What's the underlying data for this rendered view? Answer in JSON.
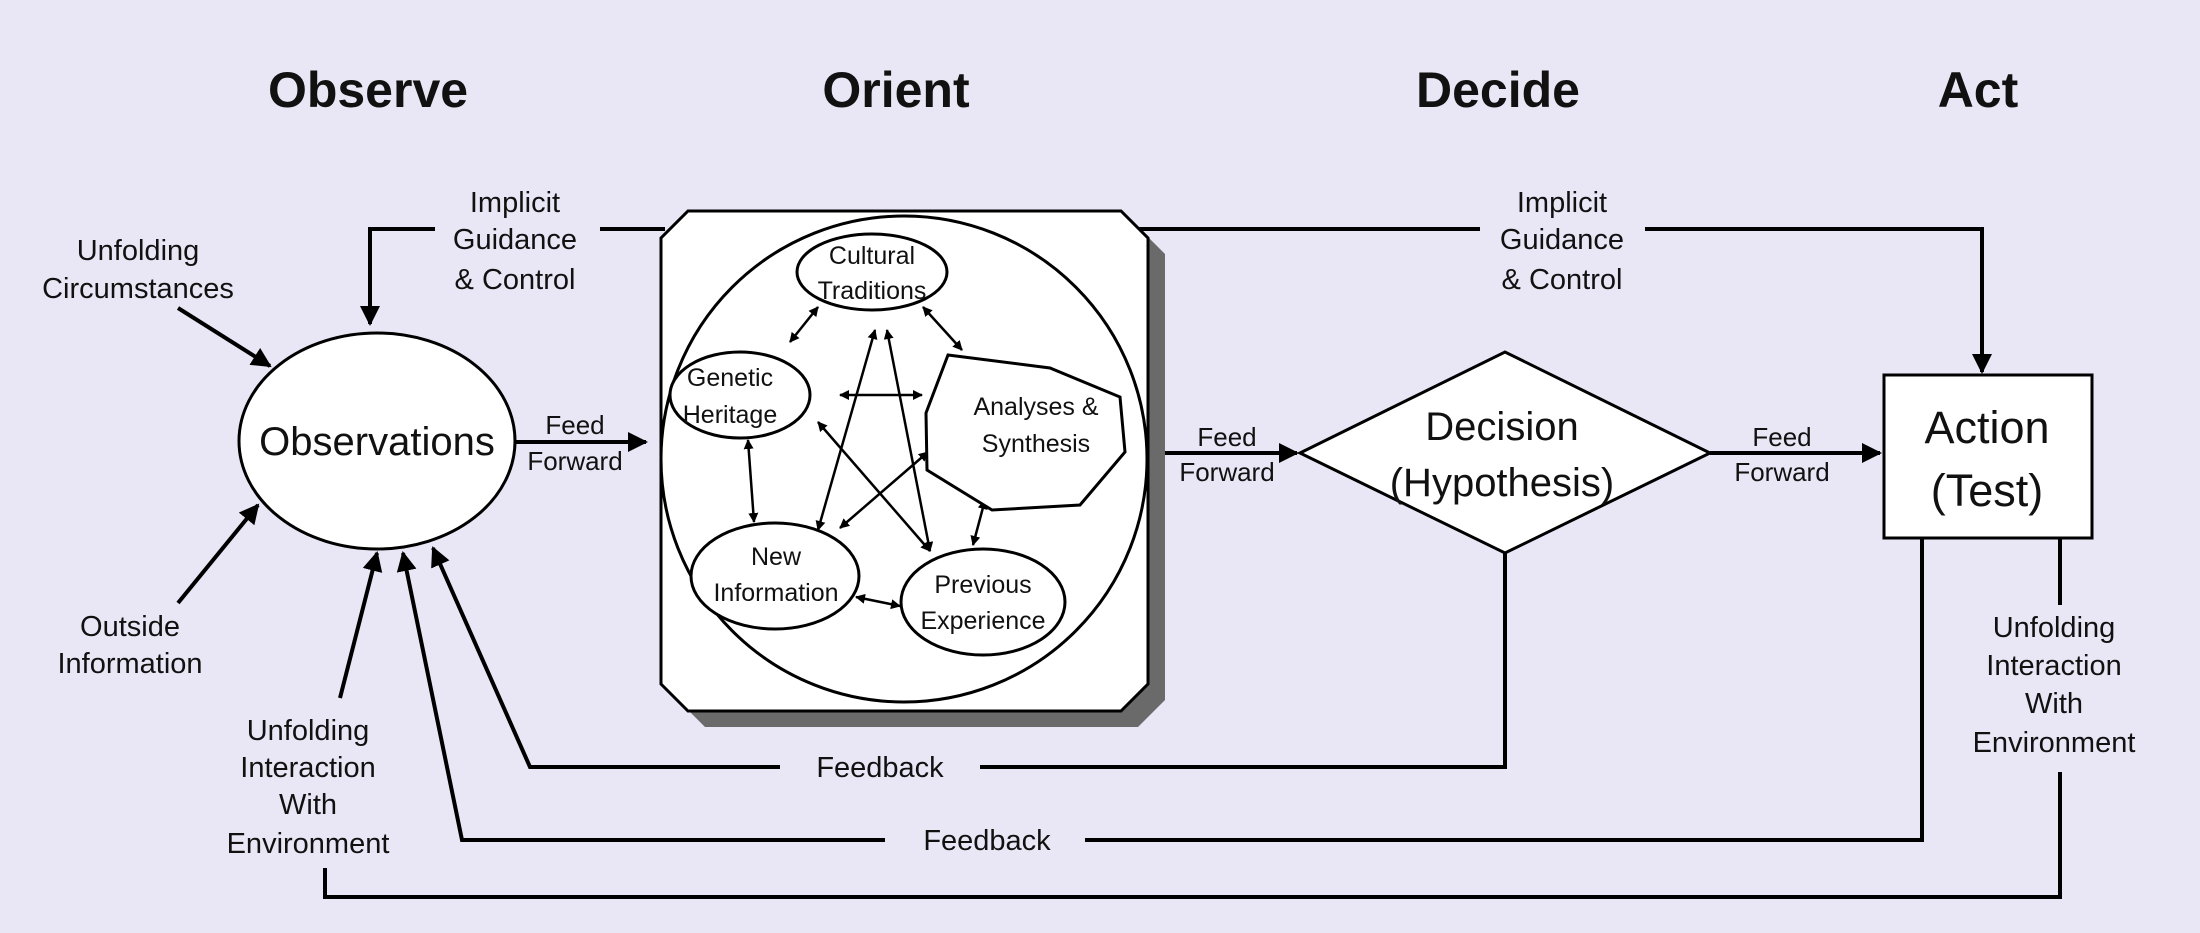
{
  "phases": {
    "observe": "Observe",
    "orient": "Orient",
    "decide": "Decide",
    "act": "Act"
  },
  "left_inputs": {
    "unfolding_circumstances": [
      "Unfolding",
      "Circumstances"
    ],
    "outside_information": [
      "Outside",
      "Information"
    ],
    "unfolding_interaction": [
      "Unfolding",
      "Interaction",
      "With",
      "Environment"
    ]
  },
  "implicit_guidance_left": [
    "Implicit",
    "Guidance",
    "& Control"
  ],
  "implicit_guidance_right": [
    "Implicit",
    "Guidance",
    "& Control"
  ],
  "observations": "Observations",
  "feed_forward_1": [
    "Feed",
    "Forward"
  ],
  "feed_forward_2": [
    "Feed",
    "Forward"
  ],
  "feed_forward_3": [
    "Feed",
    "Forward"
  ],
  "orient_nodes": {
    "cultural": [
      "Cultural",
      "Traditions"
    ],
    "genetic": [
      "Genetic",
      "Heritage"
    ],
    "analyses": [
      "Analyses &",
      "Synthesis"
    ],
    "new_info": [
      "New",
      "Information"
    ],
    "previous": [
      "Previous",
      "Experience"
    ]
  },
  "decision": [
    "Decision",
    "(Hypothesis)"
  ],
  "action": [
    "Action",
    "(Test)"
  ],
  "right_interaction": [
    "Unfolding",
    "Interaction",
    "With",
    "Environment"
  ],
  "feedback_1": "Feedback",
  "feedback_2": "Feedback"
}
